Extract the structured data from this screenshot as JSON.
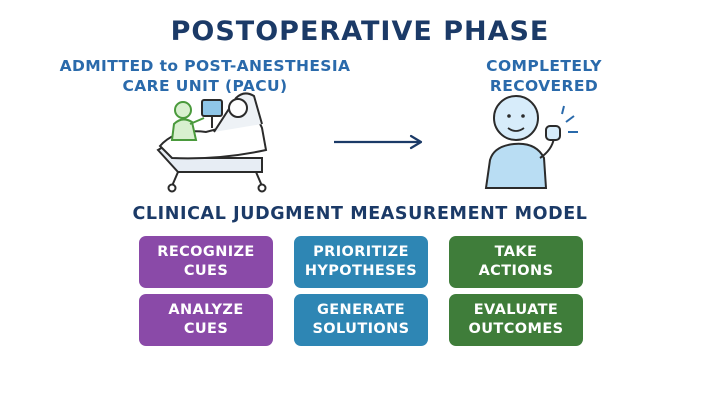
{
  "title": "POSTOPERATIVE PHASE",
  "left_label": "ADMITTED to POST-ANESTHESIA\nCARE UNIT (PACU)",
  "right_label": "COMPLETELY\nRECOVERED",
  "model_title": "CLINICAL JUDGMENT MEASUREMENT MODEL",
  "colors": {
    "title": "#1b3a67",
    "subtitle": "#2a6aab",
    "recognize_analyze": "#8a4aa8",
    "prioritize_generate": "#2e86b4",
    "take_evaluate": "#3f7d3a"
  },
  "boxes": {
    "recognize_cues": "RECOGNIZE\nCUES",
    "analyze_cues": "ANALYZE\nCUES",
    "prioritize_hypotheses": "PRIORITIZE\nHYPOTHESES",
    "generate_solutions": "GENERATE\nSOLUTIONS",
    "take_actions": "TAKE\nACTIONS",
    "evaluate_outcomes": "EVALUATE\nOUTCOMES"
  },
  "icons": {
    "bed": "hospital-bed-icon",
    "arrow": "arrow-right-icon",
    "person": "recovered-person-icon"
  }
}
